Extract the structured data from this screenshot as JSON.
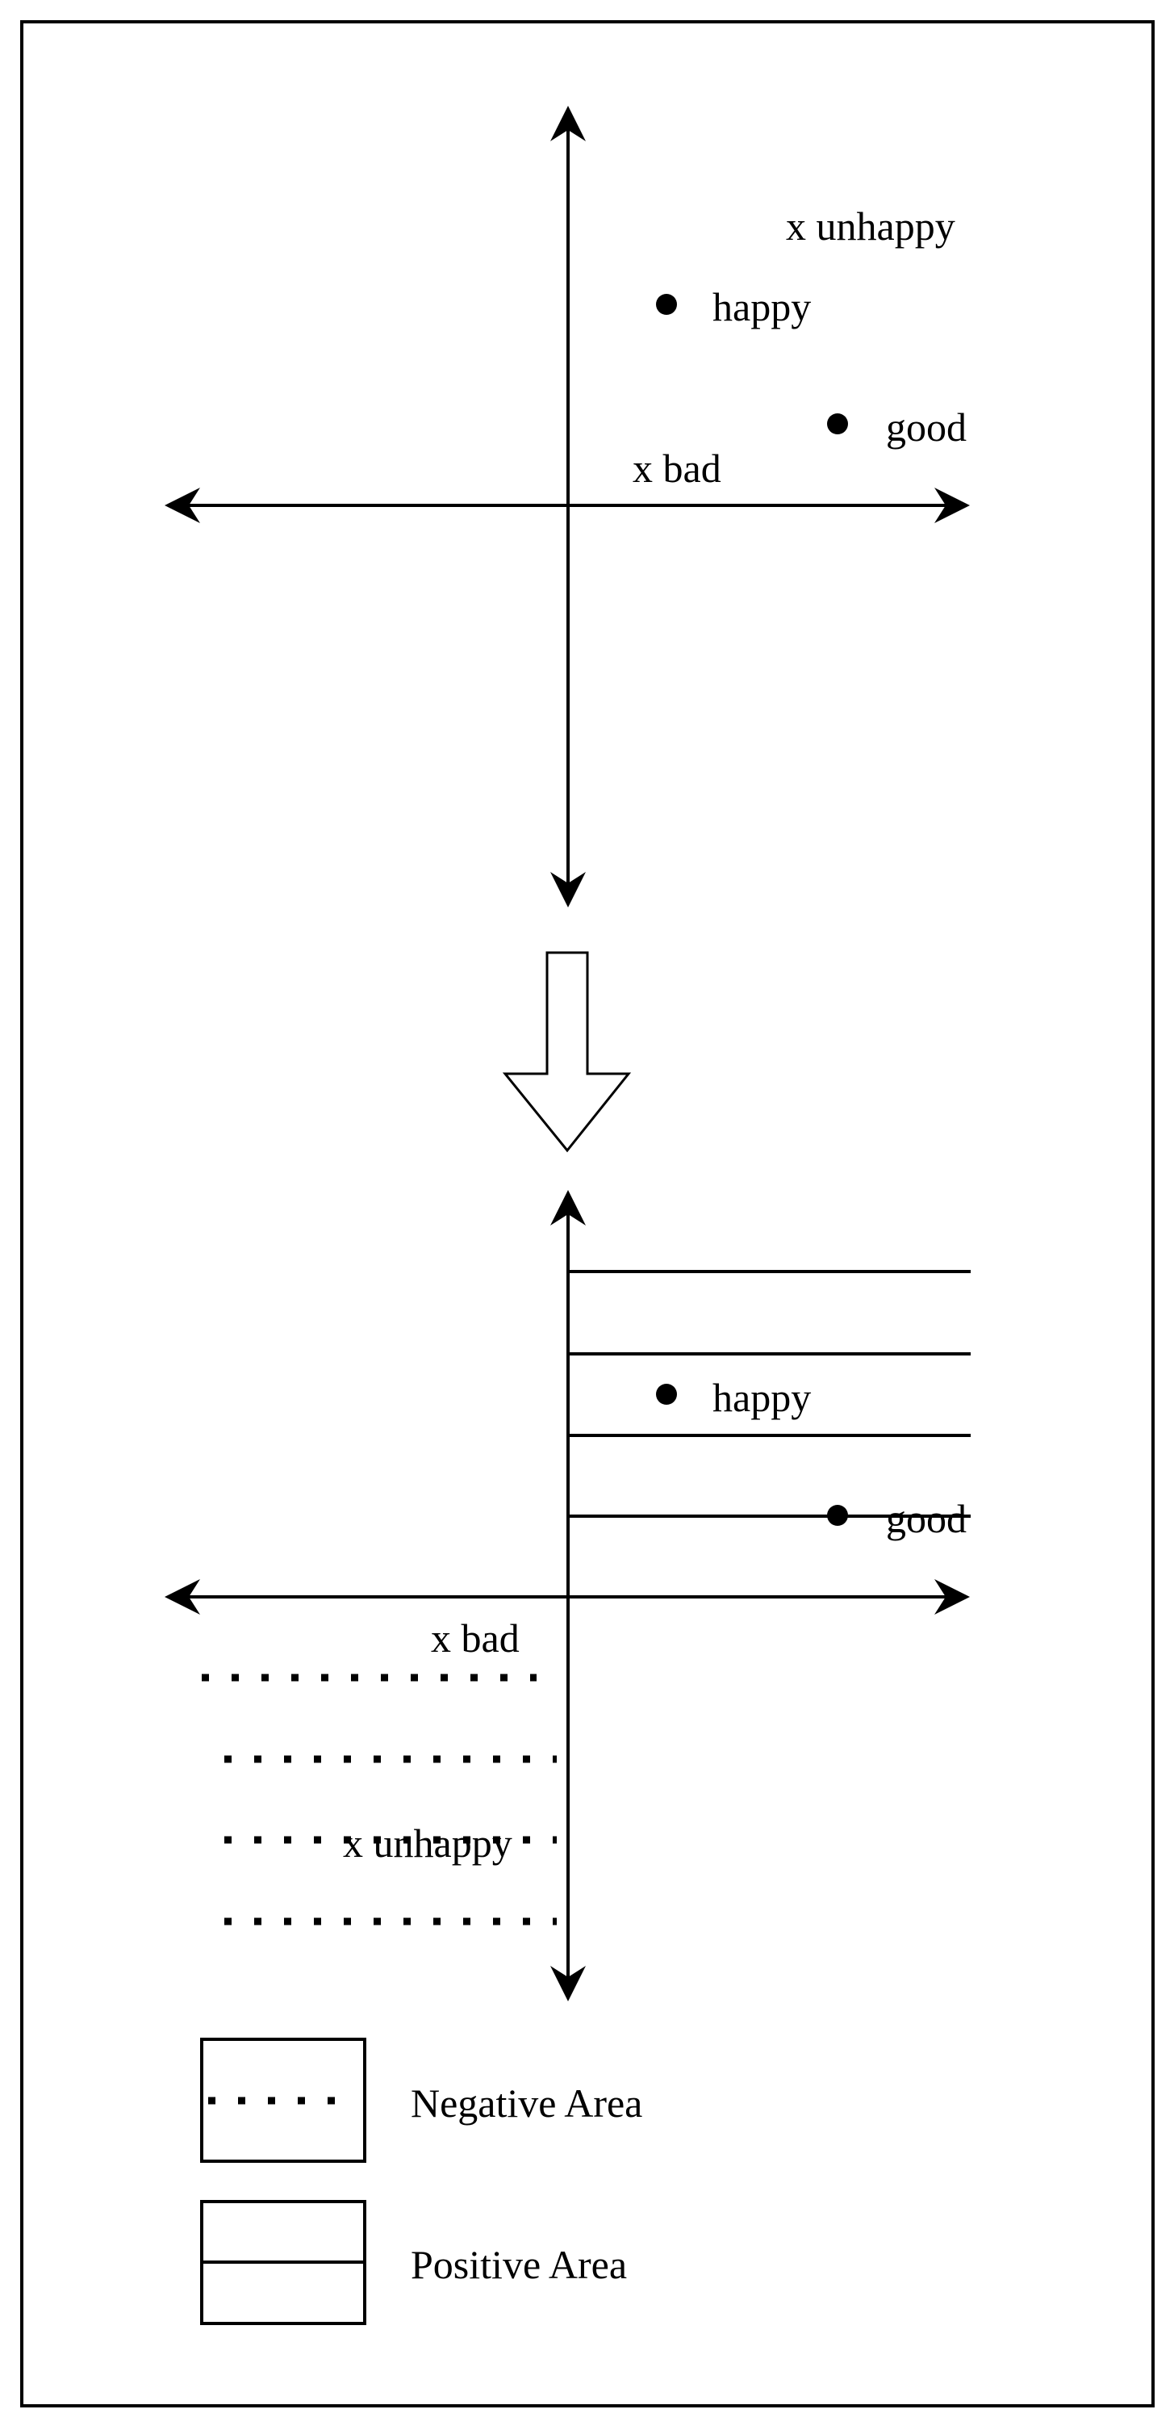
{
  "top_panel": {
    "points": [
      {
        "label": "happy",
        "marker": "dot"
      },
      {
        "label": "good",
        "marker": "dot"
      },
      {
        "label": "x unhappy",
        "marker": "x"
      },
      {
        "label": "x bad",
        "marker": "x"
      }
    ]
  },
  "bottom_panel": {
    "points": [
      {
        "label": "happy",
        "marker": "dot"
      },
      {
        "label": "good",
        "marker": "dot"
      },
      {
        "label": "x bad",
        "marker": "x"
      },
      {
        "label": "x unhappy",
        "marker": "x"
      }
    ],
    "positive_area_line_style": "solid",
    "negative_area_line_style": "dotted"
  },
  "legend": {
    "items": [
      {
        "label": "Negative Area",
        "style": "dotted"
      },
      {
        "label": "Positive Area",
        "style": "solid"
      }
    ]
  },
  "colors": {
    "ink": "#000000",
    "background": "#ffffff"
  }
}
